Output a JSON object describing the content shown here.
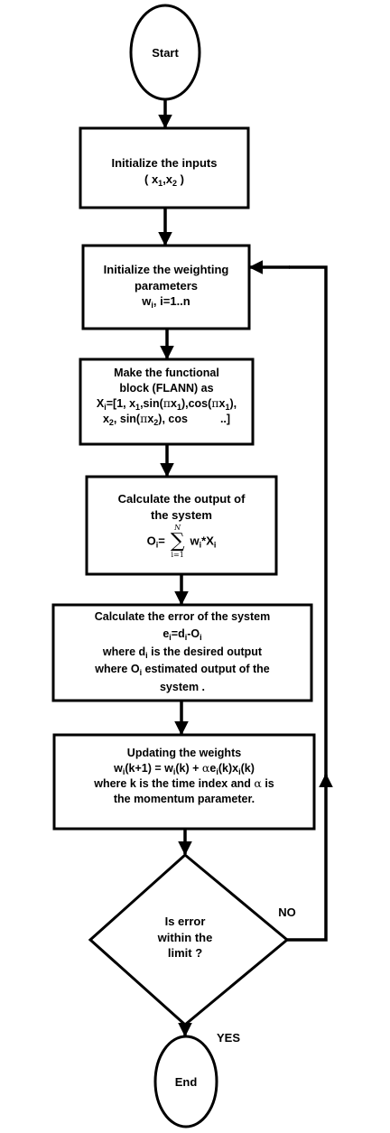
{
  "start": {
    "label": "Start"
  },
  "step1": {
    "line1": "Initialize the inputs",
    "line2": "( x",
    "sub1": "1",
    "comma": ",x",
    "sub2": "2",
    "close": " )"
  },
  "step2": {
    "line1": "Initialize the weighting",
    "line2": "parameters",
    "w": "w",
    "sub": "i",
    "rest": ", i=1..n"
  },
  "step3": {
    "line1": "Make the functional",
    "line2": "block (FLANN) as",
    "l3_a": "X",
    "l3_b": "i",
    "l3_c": "=[1, x",
    "l3_d": "1",
    "l3_e": ",sin(",
    "l3_f": "π",
    "l3_g": "x",
    "l3_h": "1",
    "l3_i": "),cos(",
    "l3_j": "π",
    "l3_k": "x",
    "l3_l": "1",
    "l3_m": "),",
    "l4_a": "x",
    "l4_b": "2",
    "l4_c": ", sin(",
    "l4_d": "π",
    "l4_e": "x",
    "l4_f": "2",
    "l4_g": "), cos",
    "l4_h": "..]"
  },
  "step4": {
    "line1": "Calculate the output of",
    "line2": "the system",
    "o": "O",
    "o_sub": "i",
    "eq": "=",
    "sum_top": "N",
    "sum_sym": "∑",
    "sum_bot": "i=1",
    "w": "w",
    "w_sub": "i",
    "star": "*X",
    "x_sub": "i"
  },
  "step5": {
    "line1": "Calculate the error of the system",
    "e": "e",
    "e_sub": "i",
    "eq": "=d",
    "d_sub": "i",
    "minus": "-O",
    "o_sub": "i",
    "l3_a": "where d",
    "l3_b": "i",
    "l3_c": " is the desired output",
    "l4_a": "where O",
    "l4_b": "i",
    "l4_c": " estimated output of the",
    "line5": "system ."
  },
  "step6": {
    "line1": "Updating the weights",
    "l2_a": "w",
    "l2_b": "i",
    "l2_c": "(k+1) = w",
    "l2_d": "i",
    "l2_e": "(k) + ",
    "l2_f": "α",
    "l2_g": "e",
    "l2_h": "i",
    "l2_i": "(k)x",
    "l2_j": "i",
    "l2_k": "(k)",
    "l3_a": "where k is the time index and ",
    "l3_b": "α",
    "l3_c": " is",
    "line4": "the momentum parameter."
  },
  "decision": {
    "line1": "Is error",
    "line2": "within the",
    "line3": "limit ?"
  },
  "no_label": "NO",
  "yes_label": "YES",
  "end": {
    "label": "End"
  }
}
